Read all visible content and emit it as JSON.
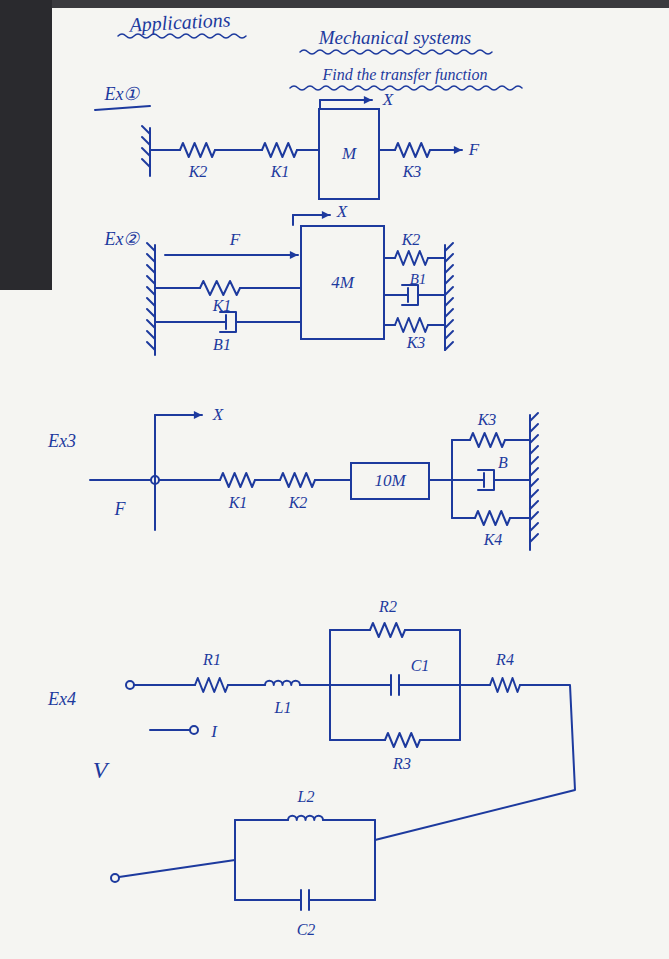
{
  "diagram": {
    "title": "Applications",
    "nodes": [
      {
        "text": [
          "M"
        ]
      },
      {
        "text": [
          "4M"
        ]
      },
      {
        "text": [
          "10M"
        ]
      }
    ],
    "labels": [
      "Mechanical systems",
      "Find the transfer function",
      "Ex①",
      "X",
      "K2",
      "K1",
      "K3",
      "F",
      "Ex②",
      "X",
      "F",
      "K1",
      "B1",
      "K2",
      "B1",
      "K3",
      "Ex3",
      "X",
      "F",
      "K1",
      "K2",
      "K3",
      "B",
      "K4",
      "Ex4",
      "R1",
      "L1",
      "R2",
      "C1",
      "R3",
      "R4",
      "I",
      "V",
      "L2",
      "C2"
    ]
  }
}
